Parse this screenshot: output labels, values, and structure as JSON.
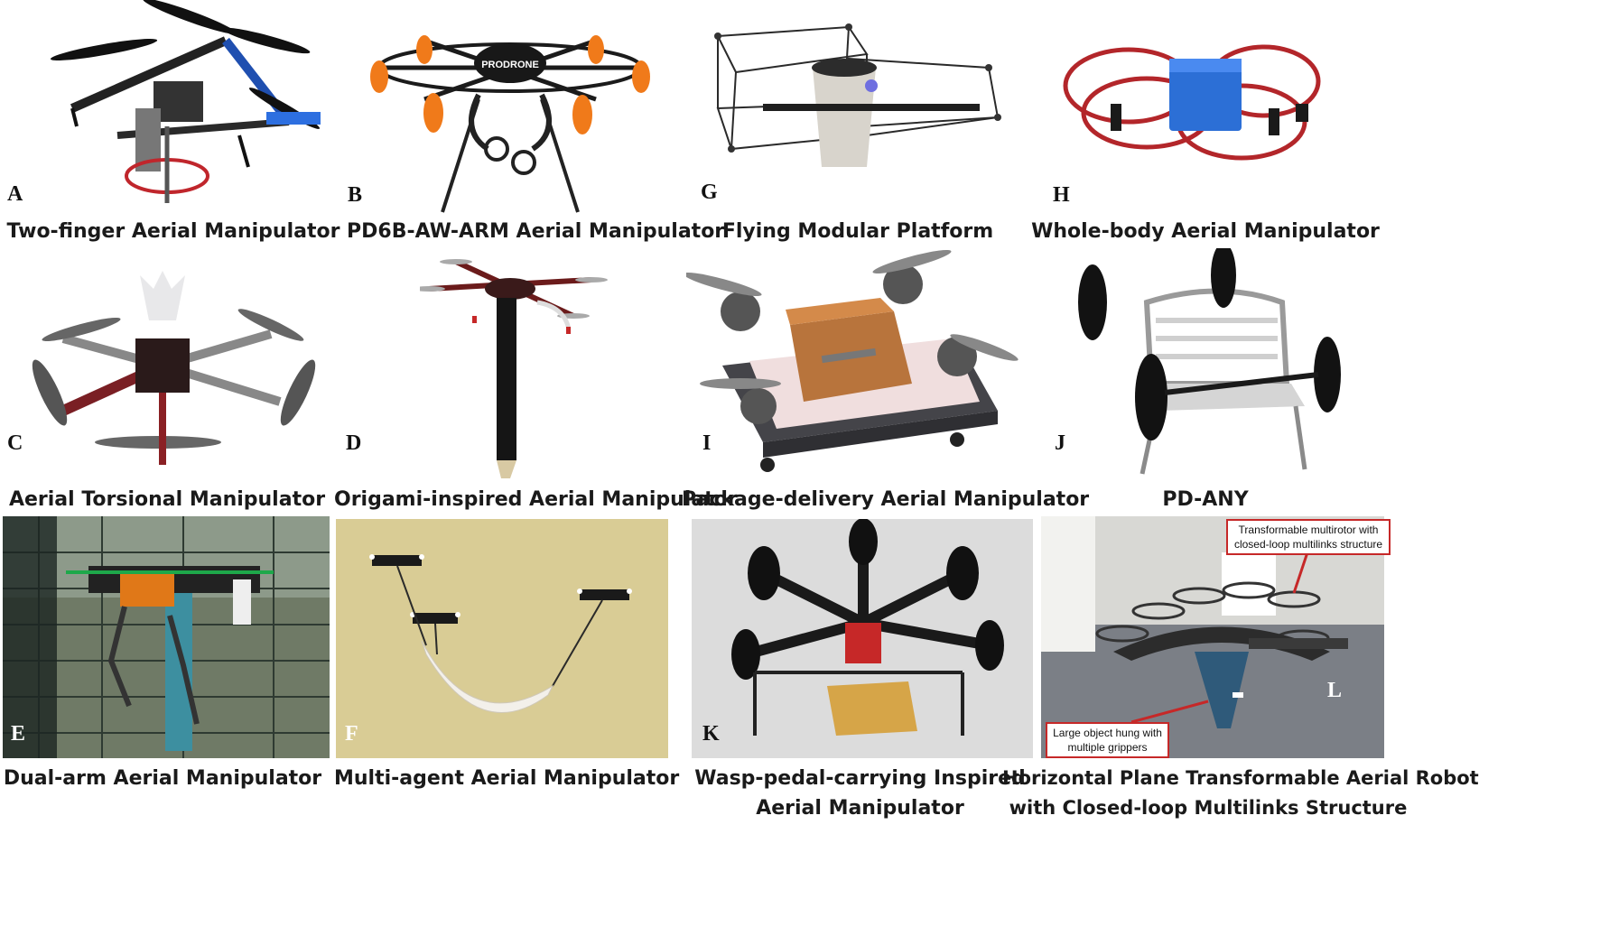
{
  "figure": {
    "panels": [
      {
        "id": "A",
        "letter": "A",
        "caption": "Two-finger Aerial Manipulator"
      },
      {
        "id": "B",
        "letter": "B",
        "caption": "PD6B-AW-ARM Aerial Manipulator"
      },
      {
        "id": "G",
        "letter": "G",
        "caption": "Flying Modular Platform"
      },
      {
        "id": "H",
        "letter": "H",
        "caption": "Whole-body Aerial Manipulator"
      },
      {
        "id": "C",
        "letter": "C",
        "caption": "Aerial Torsional Manipulator"
      },
      {
        "id": "D",
        "letter": "D",
        "caption": "Origami-inspired Aerial Manipulator"
      },
      {
        "id": "I",
        "letter": "I",
        "caption": "Package-delivery Aerial Manipulator"
      },
      {
        "id": "J",
        "letter": "J",
        "caption": "PD-ANY"
      },
      {
        "id": "E",
        "letter": "E",
        "caption": "Dual-arm Aerial Manipulator"
      },
      {
        "id": "F",
        "letter": "F",
        "caption": "Multi-agent Aerial Manipulator"
      },
      {
        "id": "K",
        "letter": "K",
        "caption_line1": "Wasp-pedal-carrying Inspired",
        "caption_line2": "Aerial Manipulator"
      },
      {
        "id": "L",
        "letter": "L",
        "caption_line1": "Horizontal Plane Transformable Aerial Robot",
        "caption_line2": "with Closed-loop Multilinks Structure"
      }
    ],
    "callouts": {
      "L_top_line1": "Transformable multirotor with",
      "L_top_line2": "closed-loop multilinks structure",
      "L_bottom_line1": "Large object hung with",
      "L_bottom_line2": "multiple grippers"
    },
    "brand_mark": "PRODRONE",
    "colors": {
      "accent_orange": "#f07a1a",
      "drone_black": "#1b1b1b",
      "cage_red": "#b3262a",
      "box_blue": "#2c6fd6",
      "cardboard": "#b8743c"
    }
  }
}
